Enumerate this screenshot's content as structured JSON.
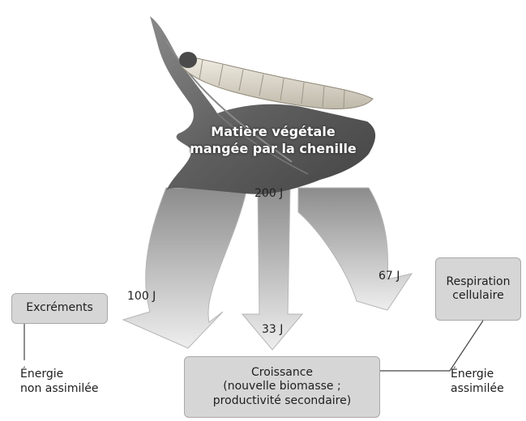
{
  "leaf_title": [
    "Matière végétale",
    "mangée par la chenille"
  ],
  "flows": {
    "total": "200 J",
    "excreted": "100 J",
    "respiration": "67 J",
    "growth": "33 J"
  },
  "boxes": {
    "excrements": "Excréments",
    "respiration": [
      "Respiration",
      "cellulaire"
    ],
    "growth": [
      "Croissance",
      "(nouvelle biomasse ;",
      "productivité secondaire)"
    ]
  },
  "notes": {
    "non_assimilated": [
      "Énergie",
      "non assimilée"
    ],
    "assimilated": [
      "Énergie",
      "assimilée"
    ]
  },
  "colors": {
    "leaf": "#5a5a5a",
    "caterpillar": "#e2ddd0",
    "arrow_top": "#8c8c8c",
    "arrow_bottom": "#eeeeee",
    "box_fill": "#d6d6d6"
  }
}
